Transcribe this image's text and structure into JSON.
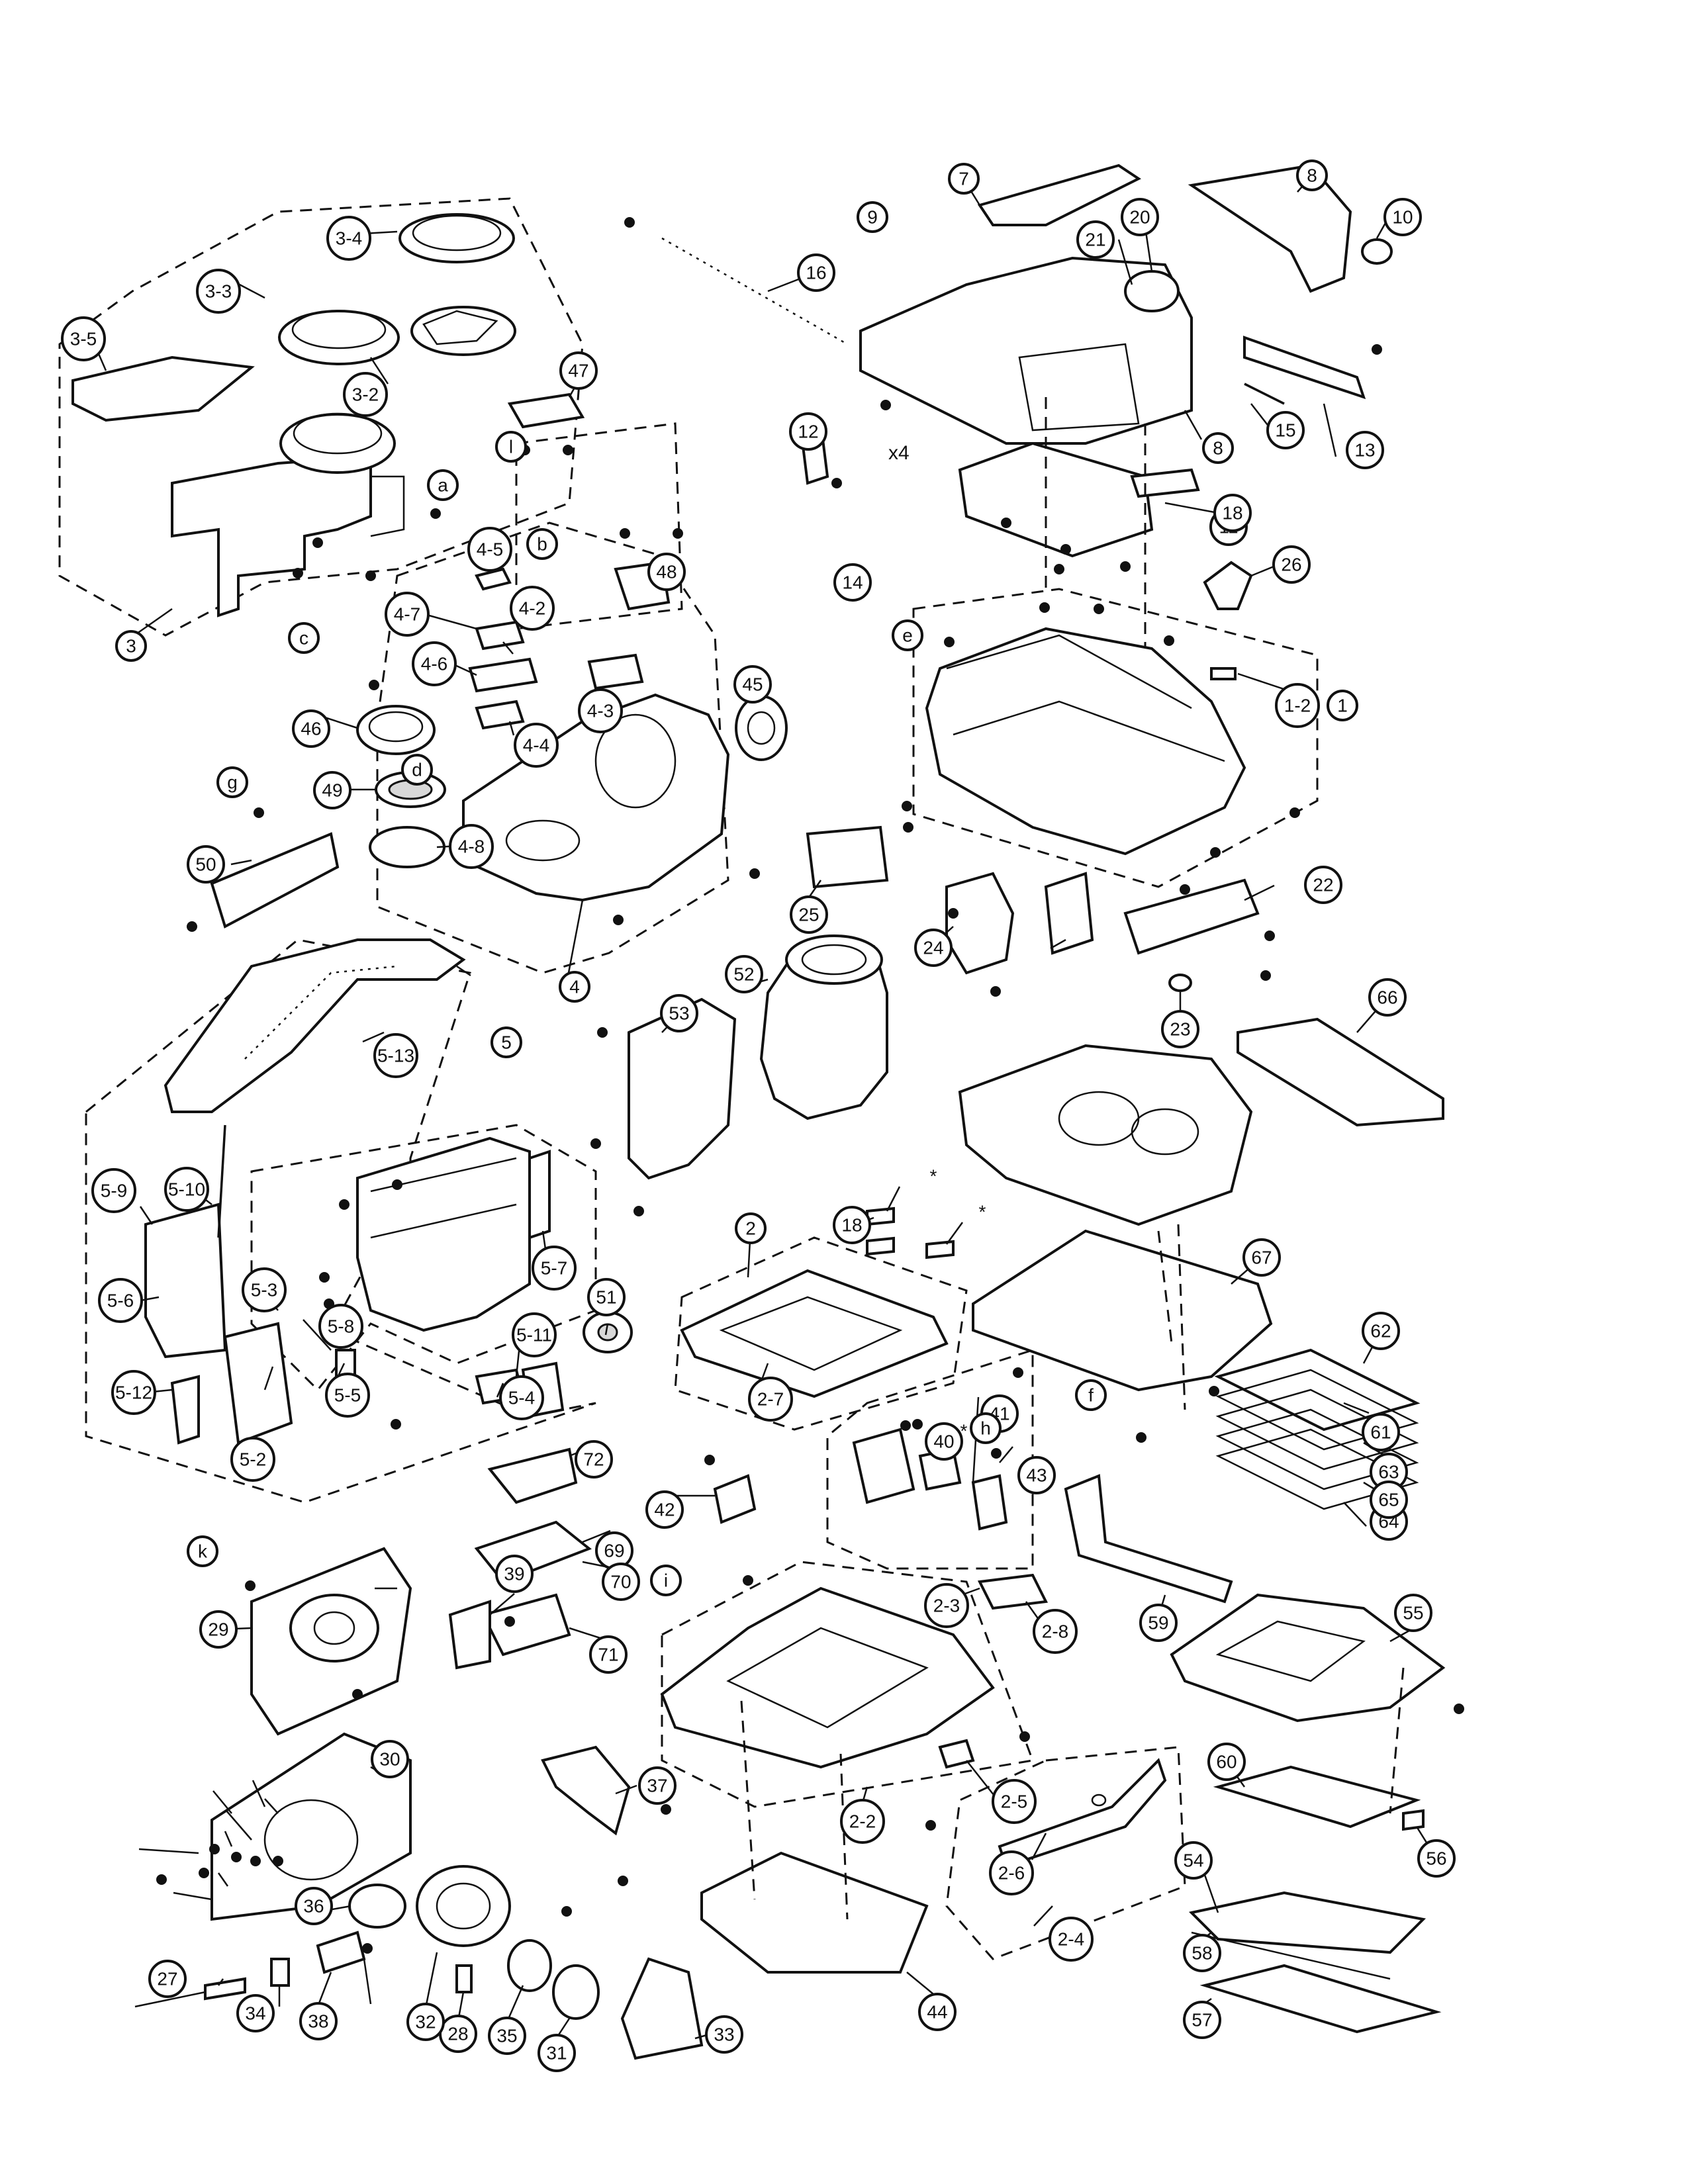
{
  "diagram": {
    "type": "exploded-parts-view",
    "labels": [
      "1",
      "1-2",
      "2",
      "2-2",
      "2-3",
      "2-4",
      "2-5",
      "2-6",
      "2-7",
      "2-8",
      "3",
      "3-2",
      "3-3",
      "3-4",
      "3-5",
      "4",
      "4-2",
      "4-3",
      "4-4",
      "4-5",
      "4-6",
      "4-7",
      "4-8",
      "5",
      "5-2",
      "5-3",
      "5-4",
      "5-5",
      "5-6",
      "5-7",
      "5-8",
      "5-9",
      "5-10",
      "5-11",
      "5-12",
      "5-13",
      "7",
      "8",
      "8",
      "9",
      "10",
      "11",
      "12",
      "13",
      "14",
      "15",
      "16",
      "18",
      "18",
      "20",
      "21",
      "22",
      "23",
      "24",
      "25",
      "26",
      "27",
      "28",
      "29",
      "30",
      "31",
      "32",
      "33",
      "34",
      "35",
      "36",
      "37",
      "38",
      "39",
      "40",
      "41",
      "42",
      "43",
      "44",
      "45",
      "46",
      "47",
      "48",
      "49",
      "50",
      "51",
      "52",
      "53",
      "54",
      "55",
      "56",
      "57",
      "58",
      "59",
      "60",
      "61",
      "62",
      "63",
      "64",
      "65",
      "66",
      "67",
      "69",
      "70",
      "71",
      "72",
      "a",
      "b",
      "c",
      "d",
      "e",
      "f",
      "g",
      "h",
      "i",
      "k",
      "l"
    ],
    "star_labels": [
      "18*",
      "18*",
      "40*"
    ],
    "screw_note": "x4"
  }
}
